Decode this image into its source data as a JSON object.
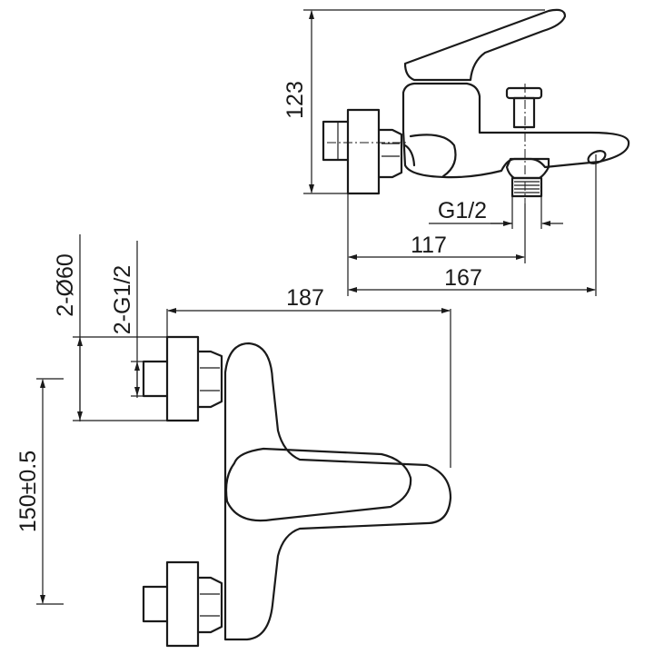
{
  "drawing": {
    "side_view": {
      "height_label": "123",
      "thread_label": "G1/2",
      "outlet_offset_label": "117",
      "overall_depth_label": "167"
    },
    "front_view": {
      "overall_width_label": "187",
      "flange_label": "2-Ø60",
      "inlet_thread_label": "2-G1/2",
      "centers_label": "150±0.5"
    }
  }
}
